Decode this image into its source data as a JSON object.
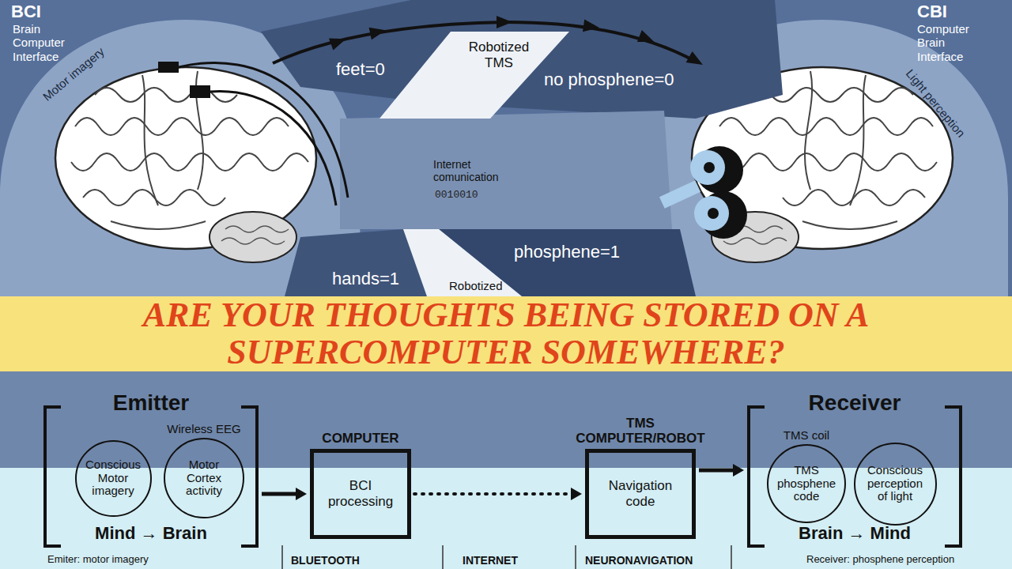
{
  "diagram": {
    "title": "ARE YOUR THOUGHTS BEING STORED ON A SUPERCOMPUTER SOMEWHERE?",
    "nodes": [
      {
        "text": [
          "Emitter",
          "Mind → Brain",
          "Emiter: motor imagery"
        ]
      },
      {
        "text": [
          "Conscious Motor imagery"
        ],
        "in": 0
      },
      {
        "text": [
          "Wireless EEG",
          "Motor Cortex activity"
        ],
        "in": 0
      },
      {
        "text": [
          "COMPUTER",
          "BCI processing"
        ]
      },
      {
        "text": [
          "TMS COMPUTER/ROBOT",
          "Navigation code"
        ]
      },
      {
        "text": [
          "Receiver",
          "Brain → Mind",
          "Receiver: phosphene perception"
        ]
      },
      {
        "text": [
          "TMS coil",
          "TMS phosphene code"
        ],
        "in": 5
      },
      {
        "text": [
          "Conscious perception of light"
        ],
        "in": 5
      }
    ],
    "edges": [
      {
        "from": 0,
        "to": 3,
        "arrow": "to"
      },
      {
        "from": 3,
        "to": 4,
        "arrow": "to"
      },
      {
        "from": 4,
        "to": 5,
        "arrow": "to"
      }
    ],
    "labels": [
      "BCI",
      "Brain Computer Interface",
      "CBI",
      "Computer Brain Interface",
      "Motor imagery",
      "Light perception",
      "Robotized TMS",
      "feet=0",
      "no phosphene=0",
      "Internet comunication",
      "0010010",
      "phosphene=1",
      "hands=1",
      "Robotized",
      "BLUETOOTH",
      "INTERNET",
      "NEURONAVIGATION"
    ]
  }
}
